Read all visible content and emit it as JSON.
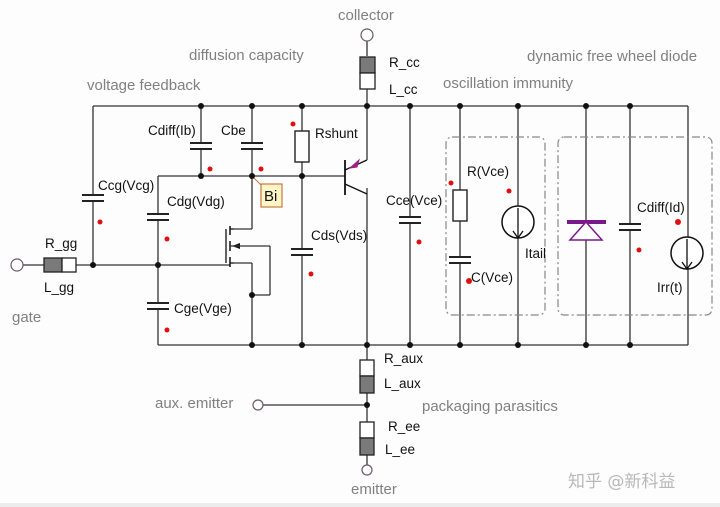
{
  "sections": {
    "collector": "collector",
    "diffusion_capacity": "diffusion capacity",
    "voltage_feedback": "voltage feedback",
    "oscillation_immunity": "oscillation immunity",
    "dynamic_free_wheel_diode": "dynamic free wheel diode",
    "gate": "gate",
    "aux_emitter": "aux. emitter",
    "packaging_parasitics": "packaging parasitics",
    "emitter": "emitter"
  },
  "components": {
    "r_cc": "R_cc",
    "l_cc": "L_cc",
    "cdiff_ib": "Cdiff(Ib)",
    "cbe": "Cbe",
    "rshunt": "Rshunt",
    "ccg": "Ccg(Vcg)",
    "cdg": "Cdg(Vdg)",
    "bi": "Bi",
    "r_gg": "R_gg",
    "l_gg": "L_gg",
    "cds": "Cds(Vds)",
    "cge": "Cge(Vge)",
    "cce": "Cce(Vce)",
    "r_vce": "R(Vce)",
    "c_vce": "C(Vce)",
    "itail": "Itail",
    "cdiff_id": "Cdiff(Id)",
    "irr": "Irr(t)",
    "r_aux": "R_aux",
    "l_aux": "L_aux",
    "r_ee": "R_ee",
    "l_ee": "L_ee"
  },
  "watermark": "知乎 @新科益",
  "colors": {
    "wire": "#333333",
    "marker": "#e01010",
    "diode": "#7a1a8a",
    "section_label": "#808080",
    "bi_box_fill": "#fff6c8",
    "bi_box_border": "#c87840"
  }
}
